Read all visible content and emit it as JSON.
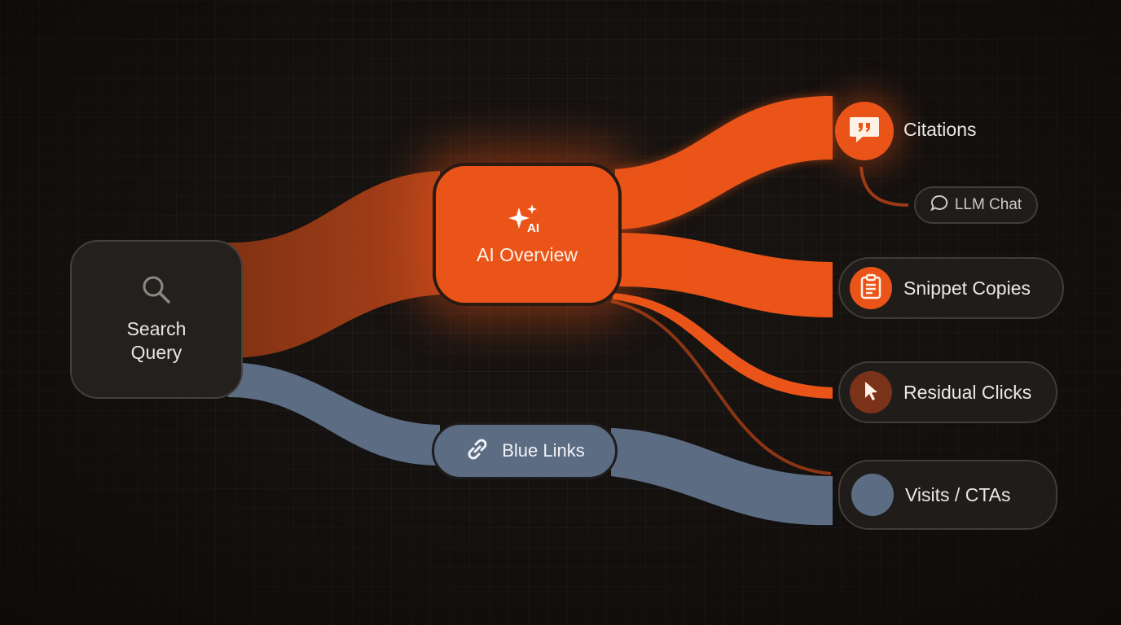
{
  "nodes": {
    "search": {
      "label": "Search\nQuery",
      "icon": "search-icon"
    },
    "ai": {
      "label": "AI Overview",
      "icon": "ai-sparkle-icon",
      "badge": "AI"
    },
    "blue_links": {
      "label": "Blue Links",
      "icon": "link-icon"
    }
  },
  "outcomes": {
    "citations": {
      "label": "Citations",
      "icon": "quote-bubble-icon"
    },
    "llm_chat": {
      "label": "LLM Chat",
      "icon": "chat-bubble-icon"
    },
    "snippet_copies": {
      "label": "Snippet Copies",
      "icon": "clipboard-icon"
    },
    "residual_clicks": {
      "label": "Residual Clicks",
      "icon": "cursor-icon"
    },
    "visits_ctas": {
      "label": "Visits / CTAs",
      "icon": "circle-icon"
    }
  },
  "colors": {
    "background": "#161311",
    "ai_orange": "#ea5418",
    "ai_flow_dim": "#8a3513",
    "blue_flow": "#5c6c83",
    "node_dark": "#23201e",
    "text": "#ece7e2"
  }
}
